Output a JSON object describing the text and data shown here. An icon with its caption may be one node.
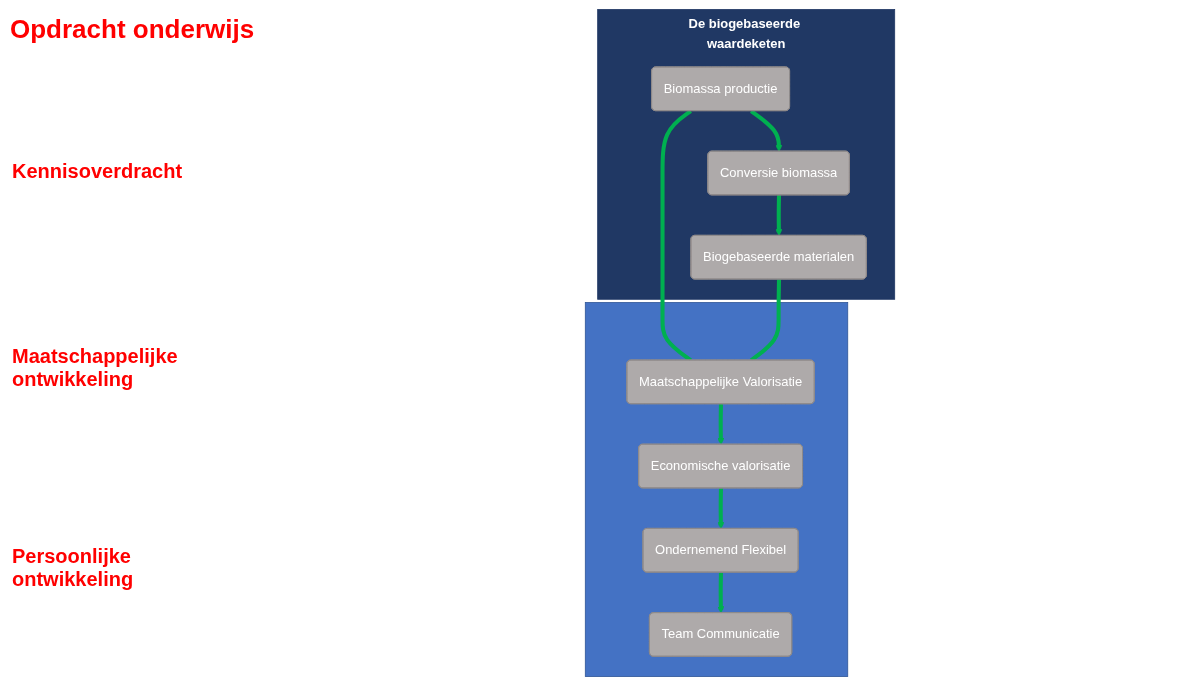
{
  "diagram": {
    "title": "Opdracht onderwijs",
    "nodes": [
      {
        "text": [
          "De biogebaseerde waardeketen"
        ]
      },
      {
        "text": [
          "Biomassa productie"
        ],
        "in": 0
      },
      {
        "text": [
          "Conversie biomassa"
        ],
        "in": 0
      },
      {
        "text": [
          "Biogebaseerde materialen"
        ],
        "in": 0
      },
      {
        "text": [],
        "shape": "box"
      },
      {
        "text": [
          "Maatschappelijke Valorisatie"
        ],
        "in": 4
      },
      {
        "text": [
          "Economische valorisatie"
        ],
        "in": 4
      },
      {
        "text": [
          "Ondernemend Flexibel"
        ],
        "in": 4
      },
      {
        "text": [
          "Team Communicatie"
        ],
        "in": 4
      }
    ],
    "edges": [
      {
        "from": 1,
        "to": 2,
        "arrow": "to"
      },
      {
        "from": 2,
        "to": 3,
        "arrow": "to"
      },
      {
        "from": 1,
        "to": 5,
        "arrow": "none"
      },
      {
        "from": 3,
        "to": 5,
        "arrow": "none"
      },
      {
        "from": 5,
        "to": 6,
        "arrow": "to"
      },
      {
        "from": 6,
        "to": 7,
        "arrow": "to"
      },
      {
        "from": 7,
        "to": 8,
        "arrow": "to"
      }
    ],
    "labels": [
      "Kennisoverdracht",
      "Maatschappelijke ontwikkeling",
      "Persoonlijke ontwikkeling"
    ]
  }
}
